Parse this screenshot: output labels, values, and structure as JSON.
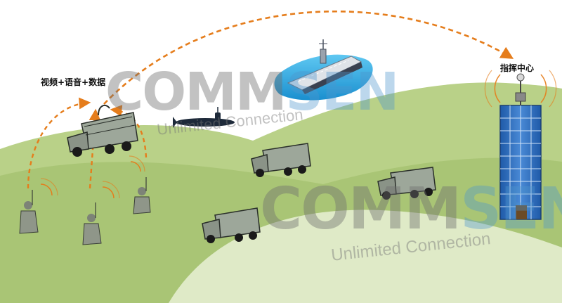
{
  "labels": {
    "top_left": "视频+语音+数据",
    "command_center": "指挥中心"
  },
  "watermark": {
    "brand_main": "COMM",
    "brand_tail": "SEN",
    "tagline": "Unlimited Connection"
  },
  "icons": {
    "vehicle": "military-truck-icon",
    "soldier": "soldier-radio-icon",
    "ship": "aircraft-carrier-icon",
    "submarine": "submarine-icon",
    "building": "command-building-icon",
    "antenna": "antenna-icon"
  },
  "colors": {
    "link": "#e57d1c",
    "hill_dark": "#b2cc7e",
    "hill_light": "#dce8c2",
    "building": "#2f6fc0",
    "sea": "#2aa9e0"
  }
}
